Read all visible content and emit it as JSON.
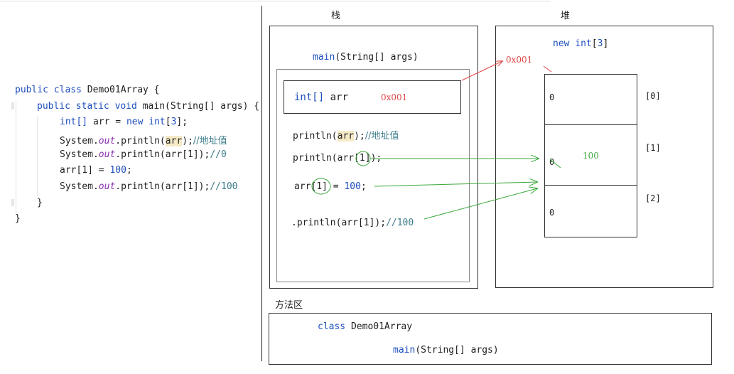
{
  "code": {
    "l1": {
      "kw": "public class",
      "name": "Demo01Array",
      "brace": "{"
    },
    "l2": {
      "kw": "public static void",
      "sig": "main(String[] args)",
      "brace": "{"
    },
    "l3": {
      "t1": "int[]",
      "t2": " arr = ",
      "t3": "new",
      "t4": "int",
      "t5": "[",
      "t6": "3",
      "t7": "];"
    },
    "l4": {
      "a": "System.",
      "b": "out",
      "c": ".println(",
      "d": "arr",
      "e": ");",
      "f": "//地址值"
    },
    "l5": {
      "a": "System.",
      "b": "out",
      "c": ".println(arr[1]);",
      "d": "//0"
    },
    "l6": {
      "a": "arr[1] = ",
      "b": "100",
      "c": ";"
    },
    "l7": {
      "a": "System.",
      "b": "out",
      "c": ".println(arr[1]);",
      "d": "//100"
    },
    "l8": "}",
    "l9": "}"
  },
  "stack": {
    "title": "栈",
    "main_sig_name": "main",
    "main_sig_rest": "(String[] args)",
    "var_type": "int[]",
    "var_name": " arr",
    "var_value": "0x001",
    "s1": {
      "a": "println(",
      "b": "arr",
      "c": ");",
      "d": "//地址值"
    },
    "s2": {
      "a": "println(arr[",
      "b": "1",
      "c": "]);"
    },
    "s3": {
      "a": "arr[",
      "b": "1",
      "c": "] = ",
      "d": "100",
      "e": ";"
    },
    "s4": {
      "a": ".println(arr[1]);",
      "b": "//100"
    }
  },
  "heap": {
    "title": "堆",
    "new_kw": "new",
    "new_type": "int",
    "new_bracket_open": "[",
    "new_size": "3",
    "new_bracket_close": "]",
    "address": "0x001",
    "cells": [
      {
        "value": "0",
        "index": "[0]"
      },
      {
        "value": "0",
        "index": "[1]",
        "new_value": "100"
      },
      {
        "value": "0",
        "index": "[2]"
      }
    ]
  },
  "method_area": {
    "title": "方法区",
    "class_kw": "class",
    "class_name": "Demo01Array",
    "method_name": "main",
    "method_rest": "(String[] args)"
  },
  "colors": {
    "keyword": "#1e4fbd",
    "comment": "#3d7d8a",
    "address": "#e04545",
    "arrow": "#3aa83a"
  }
}
